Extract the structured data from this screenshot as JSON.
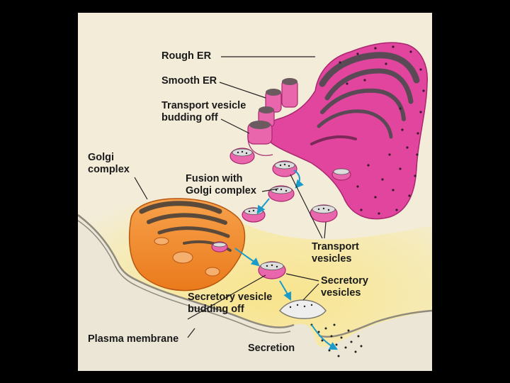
{
  "labels": {
    "rough_er": "Rough ER",
    "smooth_er": "Smooth ER",
    "transport_budding_1": "Transport vesicle",
    "transport_budding_2": "budding off",
    "golgi_1": "Golgi",
    "golgi_2": "complex",
    "fusion_1": "Fusion with",
    "fusion_2": "Golgi complex",
    "transport_vesicles_1": "Transport",
    "transport_vesicles_2": "vesicles",
    "secretory_vesicles_1": "Secretory",
    "secretory_vesicles_2": "vesicles",
    "secretory_budding_1": "Secretory vesicle",
    "secretory_budding_2": "budding off",
    "plasma_membrane": "Plasma membrane",
    "secretion": "Secretion"
  },
  "colors": {
    "background": "#000000",
    "panel": "#f3ecd9",
    "cytoplasm": "#f6e59a",
    "rough_er": "#e2459e",
    "golgi": "#f08a2c",
    "arrow": "#1a9bc9"
  }
}
